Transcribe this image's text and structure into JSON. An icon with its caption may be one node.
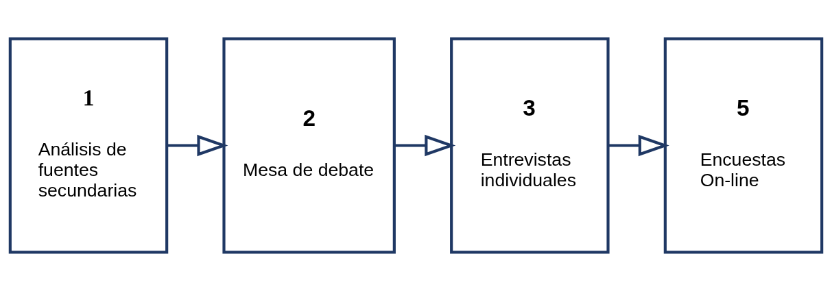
{
  "diagram": {
    "nodes": [
      {
        "text": [
          "1",
          "Análisis de fuentes secundarias"
        ]
      },
      {
        "text": [
          "2",
          "Mesa de debate"
        ]
      },
      {
        "text": [
          "3",
          "Entrevistas individuales"
        ]
      },
      {
        "text": [
          "5",
          "Encuestas On-line"
        ]
      }
    ],
    "edges": [
      {
        "from": 0,
        "to": 1,
        "arrow": "to"
      },
      {
        "from": 1,
        "to": 2,
        "arrow": "to"
      },
      {
        "from": 2,
        "to": 3,
        "arrow": "to"
      }
    ]
  }
}
